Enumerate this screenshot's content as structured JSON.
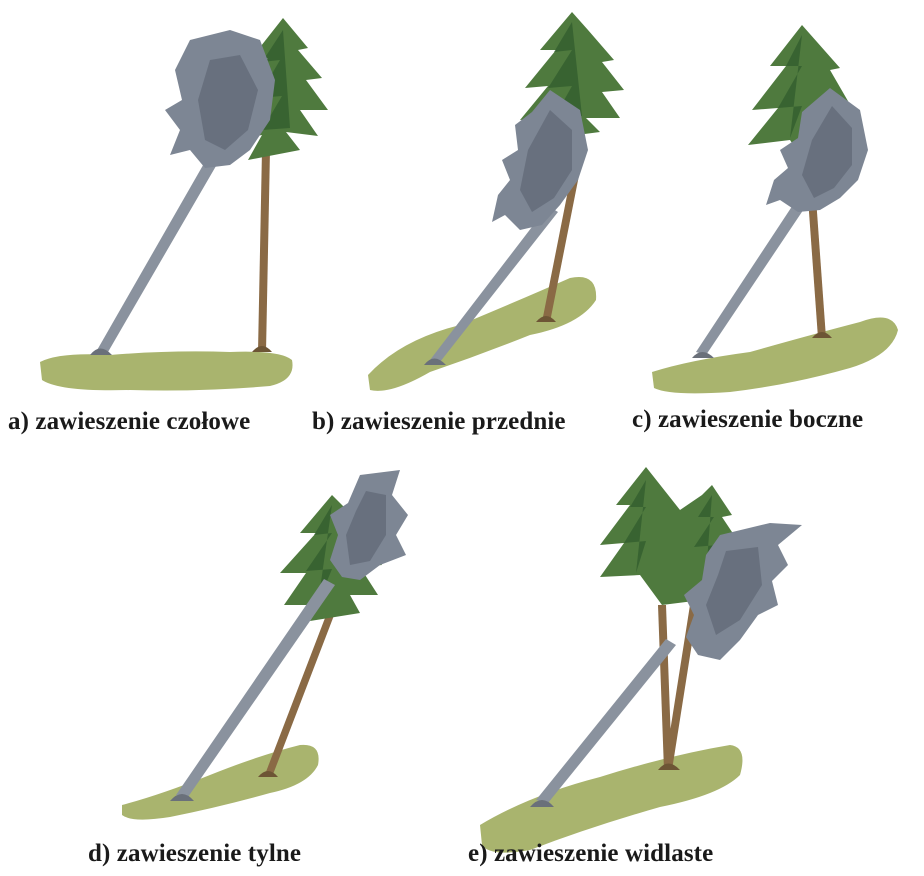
{
  "colors": {
    "ground": "#a9b46e",
    "ground_dark": "#8f9c58",
    "live_foliage": "#4f7a3e",
    "live_foliage_dark": "#2f5a2c",
    "live_foliage_light": "#8aa86a",
    "live_trunk": "#8a6a45",
    "dead_foliage": "#7d8694",
    "dead_foliage_dark": "#5a6270",
    "dead_trunk": "#8a929e",
    "caption": "#1a1a1a"
  },
  "panels": [
    {
      "id": "a",
      "caption": "a) zawieszenie czołowe",
      "icon": "fallen-tree-front-hang"
    },
    {
      "id": "b",
      "caption": "b) zawieszenie przednie",
      "icon": "fallen-tree-forward-hang"
    },
    {
      "id": "c",
      "caption": "c) zawieszenie boczne",
      "icon": "fallen-tree-side-hang"
    },
    {
      "id": "d",
      "caption": "d) zawieszenie tylne",
      "icon": "fallen-tree-back-hang"
    },
    {
      "id": "e",
      "caption": "e) zawieszenie widlaste",
      "icon": "fallen-tree-fork-hang"
    }
  ]
}
